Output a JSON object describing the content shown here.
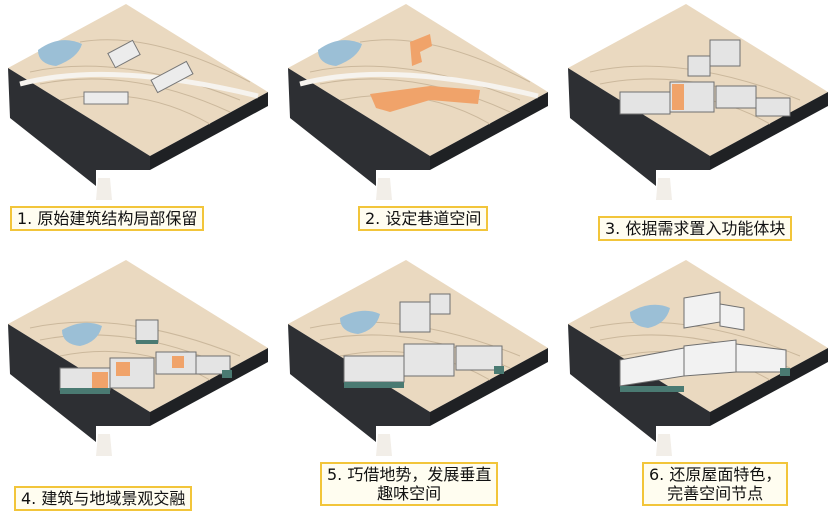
{
  "colors": {
    "terrain": "#ead9c0",
    "contour": "#cbb89c",
    "road": "#f6f3ee",
    "base": "#2d2f33",
    "pond": "#9bbfd6",
    "orange": "#f0a36a",
    "building": "#d8d8d8",
    "caption_border": "#f2c53a"
  },
  "panels": [
    {
      "step": 1,
      "caption": "1. 原始建筑结构局部保留"
    },
    {
      "step": 2,
      "caption": "2. 设定巷道空间"
    },
    {
      "step": 3,
      "caption": "3. 依据需求置入功能体块"
    },
    {
      "step": 4,
      "caption": "4. 建筑与地域景观交融"
    },
    {
      "step": 5,
      "caption": "5. 巧借地势，发展垂直\n趣味空间"
    },
    {
      "step": 6,
      "caption": "6. 还原屋面特色，\n完善空间节点"
    }
  ]
}
